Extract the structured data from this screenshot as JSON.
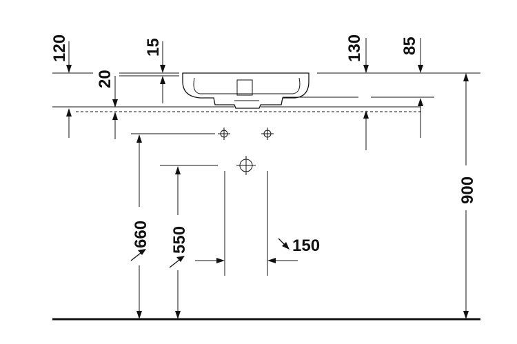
{
  "diagram": {
    "dimensions": {
      "d120": "120",
      "d15": "15",
      "d130": "130",
      "d85": "85",
      "d20": "20",
      "d900": "900",
      "d660": "660",
      "d550": "550",
      "d150": "150"
    }
  }
}
